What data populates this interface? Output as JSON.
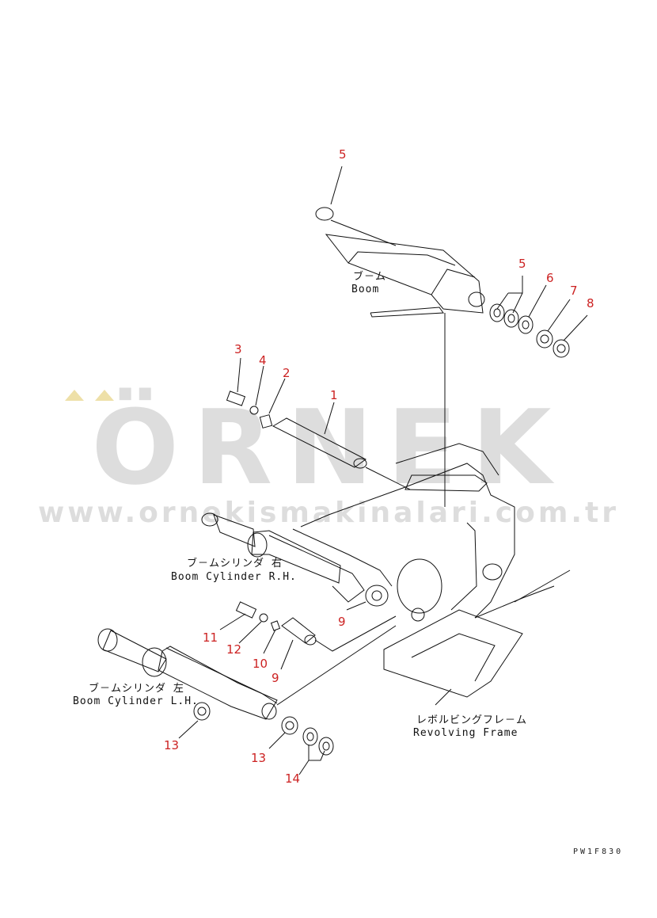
{
  "watermark": {
    "brand": "ÖRNEK",
    "url": "www.ornekismakinalari.com.tr"
  },
  "labels": {
    "boom_jp": "ブ－ム",
    "boom_en": "Boom",
    "cyl_rh_jp": "ブ－ムシリンダ 右",
    "cyl_rh_en": "Boom Cylinder R.H.",
    "cyl_lh_jp": "ブ－ムシリンダ 左",
    "cyl_lh_en": "Boom Cylinder L.H.",
    "frame_jp": "レボルビングフレ－ム",
    "frame_en": "Revolving Frame"
  },
  "callouts": {
    "c5a": "5",
    "c5b": "5",
    "c6": "6",
    "c7": "7",
    "c8": "8",
    "c3": "3",
    "c4": "4",
    "c2": "2",
    "c1": "1",
    "c9a": "9",
    "c11": "11",
    "c12": "12",
    "c10": "10",
    "c9b": "9",
    "c13a": "13",
    "c13b": "13",
    "c14": "14"
  },
  "drawing_code": "PW1F830",
  "colors": {
    "callout": "#cc2222",
    "line": "#111111",
    "watermark": "#b4b4b4",
    "watermark_accent": "#e8d9a0"
  }
}
